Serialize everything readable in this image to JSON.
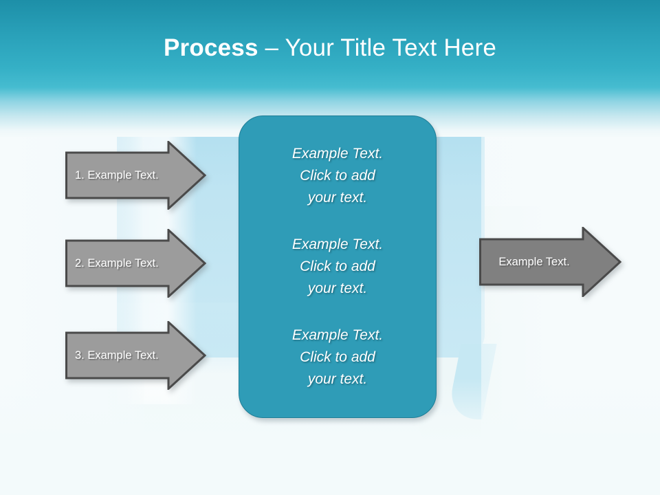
{
  "slide": {
    "title": {
      "bold_part": "Process ",
      "regular_part": "– Your Title Text Here"
    },
    "colors": {
      "header_teal": "#2ba3bb",
      "panel_teal": "#2f9cb7",
      "panel_border": "#1d7d96",
      "arrow_gray_left": "#9c9c9c",
      "arrow_gray_right": "#808080",
      "arrow_outline": "#4a4a4a",
      "bubble_blue": "#bfe4f2",
      "text_white": "#ffffff",
      "background": "#f3fafb"
    },
    "left_arrows": [
      {
        "name": "arrow-1",
        "label": "1. Example Text."
      },
      {
        "name": "arrow-2",
        "label": "2. Example Text."
      },
      {
        "name": "arrow-3",
        "label": "3. Example Text."
      }
    ],
    "center_panel": {
      "blocks": [
        "Example Text.\nClick  to add\nyour text.",
        "Example Text.\nClick  to add\nyour text.",
        "Example Text.\nClick  to add\nyour text."
      ]
    },
    "right_arrow": {
      "label": "Example Text."
    }
  }
}
